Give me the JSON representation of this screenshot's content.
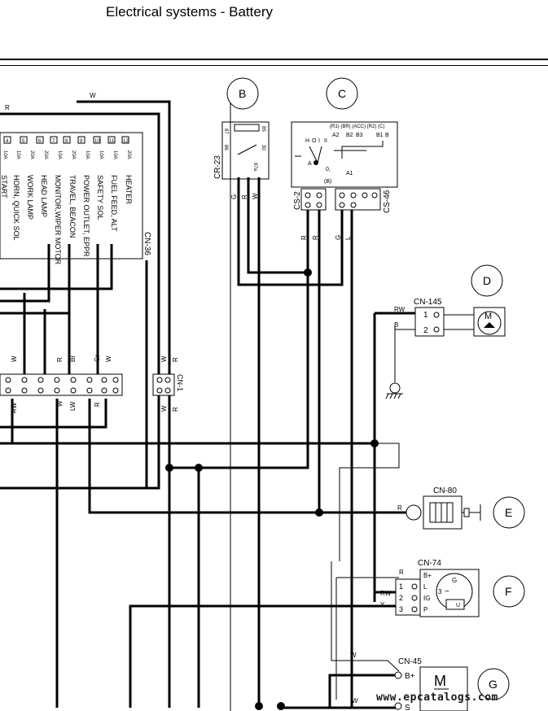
{
  "page": {
    "title": "Electrical systems - Battery"
  },
  "callouts": [
    "B",
    "C",
    "D",
    "E",
    "F",
    "G"
  ],
  "connectors": {
    "cr23": "CR-23",
    "cs2": "CS-2",
    "cs46": "CS-46",
    "cn36": "CN-36",
    "cn1": "CN-1",
    "cn145": "CN-145",
    "cn80": "CN-80",
    "cn74": "CN-74",
    "cn45": "CN-45"
  },
  "fuse_labels": [
    "START",
    "HORN, QUICK SOL",
    "WORK LAMP",
    "HEAD LAMP",
    "MONITOR,WIPER MOTOR",
    "TRAVEL, BEACON",
    "POWER OUTLET, EPPR",
    "SAFETY SOL",
    "FUEL FEED, ALT",
    "HEATER"
  ],
  "fuse_numbers": [
    "4",
    "5",
    "6",
    "7",
    "8",
    "9",
    "10",
    "11",
    "12"
  ],
  "fuse_ratings": [
    "10A",
    "10A",
    "20A",
    "20A",
    "10A",
    "20A",
    "10A",
    "10A",
    "10A",
    "20A"
  ],
  "relay_pins": [
    "87",
    "86",
    "85",
    "30",
    "87a"
  ],
  "switch_texts": {
    "header": "(R1) (BR) (ACC)   (R2) (C)",
    "terms": [
      "A2",
      "B2",
      "B3",
      "B1",
      "B",
      "H",
      "O",
      "I",
      "II",
      "A",
      "A1",
      "0,",
      "(B)"
    ]
  },
  "wire_codes": {
    "top_r": "R",
    "top_w": "W",
    "cr_g": "G",
    "cr_r": "R",
    "cr_w": "W",
    "cs_r1": "R",
    "cs_r2": "R",
    "cs_g": "G",
    "cs_l": "L",
    "rw_d": "RW",
    "b_d": "B",
    "mid_w1": "W",
    "mid_r": "R",
    "mid_br": "Br",
    "mid_gr": "Gr",
    "mid_w2": "W",
    "cn1_w1": "W",
    "cn1_r1": "R",
    "cn1_w2": "W",
    "cn1_r2": "R",
    "low_rw": "RW",
    "low_w": "W",
    "low_lw": "LW",
    "low_r": "R",
    "e_r": "R",
    "f_r": "R",
    "f_rw": "RW",
    "f_y": "Y",
    "g_w1": "W",
    "g_w2": "W"
  },
  "terminals": {
    "cn74": [
      "B+",
      "L",
      "IG",
      "P"
    ],
    "cn45": [
      "B+",
      "S"
    ],
    "d_pins": [
      "1",
      "2"
    ],
    "f_pins": [
      "1",
      "2",
      "3"
    ]
  },
  "motor_label": "M",
  "alternator_symbols": {
    "g": "G",
    "three": "3",
    "u": "U"
  },
  "watermark": "www.epcatalogs.com"
}
